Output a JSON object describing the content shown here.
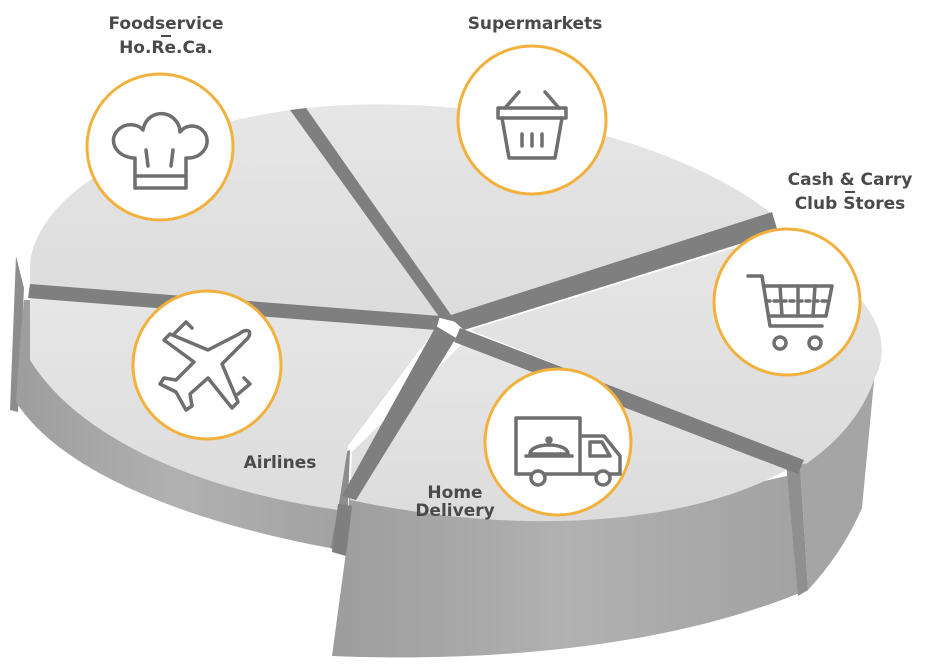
{
  "diagram": {
    "segments": [
      {
        "id": "foodservice",
        "lines": [
          "Foodservice",
          "Ho.Re.Ca."
        ],
        "icon": "chef-hat-icon"
      },
      {
        "id": "supermarkets",
        "lines": [
          "Supermarkets"
        ],
        "icon": "shopping-basket-icon"
      },
      {
        "id": "cash-carry",
        "lines": [
          "Cash & Carry",
          "Club Stores"
        ],
        "icon": "shopping-cart-icon"
      },
      {
        "id": "home-delivery",
        "lines": [
          "Home",
          "Delivery"
        ],
        "icon": "delivery-truck-icon"
      },
      {
        "id": "airlines",
        "lines": [
          "Airlines"
        ],
        "icon": "airplane-icon"
      }
    ],
    "colors": {
      "top": "#e2e2e2",
      "side": "#a8a8a9",
      "side_dark": "#8f8f90",
      "gap": "#7c7c7d",
      "circle_fill": "#ffffff",
      "circle_stroke": "#f2b13d",
      "icon": "#6f6f70",
      "text": "#4a4a4a"
    }
  }
}
